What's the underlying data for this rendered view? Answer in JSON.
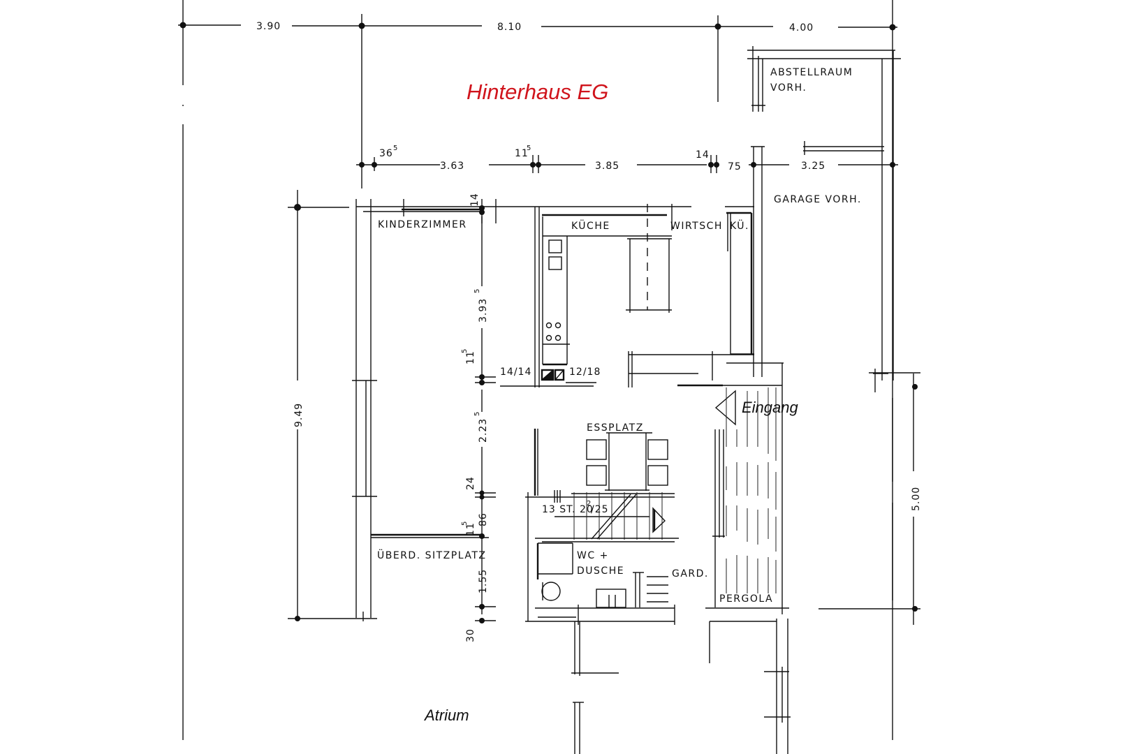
{
  "title": "Hinterhaus EG",
  "title_color": "#d0141c",
  "dimensions": {
    "top_row": [
      "3.90",
      "8.10",
      "4.00"
    ],
    "second_row": {
      "wall_a": "36",
      "wall_a_sup": "5",
      "kinderzimmer": "3.63",
      "wall_b": "11",
      "wall_b_sup": "5",
      "kueche": "3.85",
      "wall_c": "14",
      "wall_d": "75",
      "garage": "3.25"
    },
    "left_total": "9.49",
    "vertical": {
      "wall_top": "14",
      "kueche_depth": "3.93",
      "kueche_depth_sup": "5",
      "wall_mid": "11",
      "wall_mid_sup": "5",
      "essplatz_depth": "2.23",
      "essplatz_depth_sup": "5",
      "wall_e": "24",
      "stair": "86",
      "wall_f": "11",
      "wall_f_sup": "5",
      "wc_depth": "1.55",
      "wall_bottom": "30"
    },
    "right_total": "5.00",
    "chimney_left": "14/14",
    "chimney_right": "12/18",
    "stairs": "13 ST. 20",
    "stairs_sup": "2",
    "stairs_tail": "/25"
  },
  "rooms": {
    "abstellraum_1": "ABSTELLRAUM",
    "abstellraum_2": "VORH.",
    "garage": "GARAGE VORH.",
    "kinderzimmer": "KINDERZIMMER",
    "kueche": "KÜCHE",
    "wirtsch": "WIRTSCH",
    "wirtsch_ku": "KÜ.",
    "essplatz": "ESSPLATZ",
    "sitzplatz": "ÜBERD. SITZPLATZ",
    "wc_1": "WC +",
    "wc_2": "DUSCHE",
    "gard": "GARD.",
    "pergola": "PERGOLA",
    "eingang": "Eingang",
    "atrium": "Atrium"
  }
}
